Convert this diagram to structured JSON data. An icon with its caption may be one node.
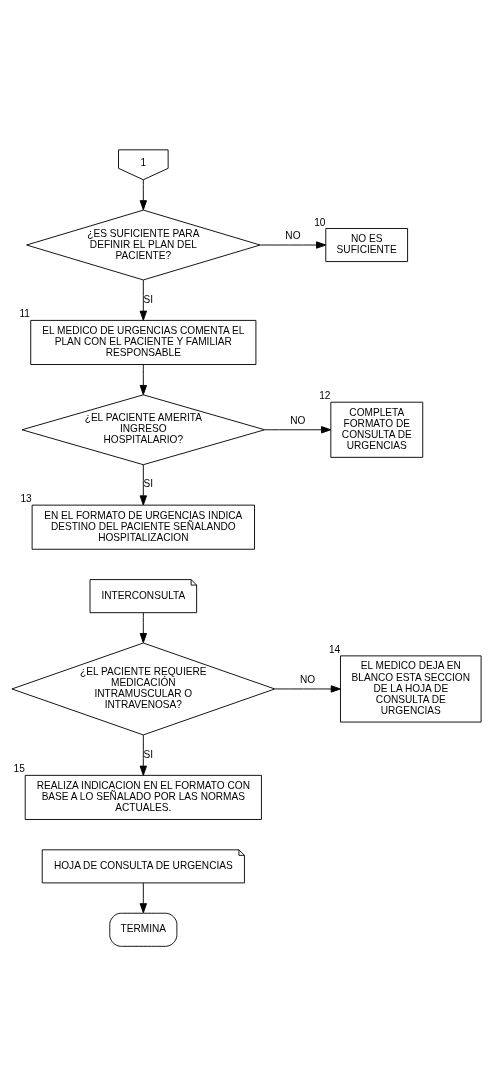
{
  "diagram": {
    "nodes": [
      {
        "text": [
          "1"
        ]
      },
      {
        "text": [
          "¿ES SUFICIENTE PARA DEFINIR EL PLAN DEL PACIENTE?"
        ]
      },
      {
        "text": [
          "NO ES SUFICIENTE"
        ],
        "beside": [
          "10"
        ]
      },
      {
        "text": [
          "EL MEDICO DE URGENCIAS COMENTA EL PLAN CON EL PACIENTE Y FAMILIAR RESPONSABLE"
        ],
        "beside": [
          "11"
        ]
      },
      {
        "text": [
          "¿EL PACIENTE AMERITA INGRESO HOSPITALARIO?"
        ]
      },
      {
        "text": [
          "COMPLETA FORMATO DE CONSULTA DE URGENCIAS"
        ],
        "beside": [
          "12"
        ]
      },
      {
        "text": [
          "EN EL FORMATO DE URGENCIAS INDICA DESTINO DEL PACIENTE SEÑALANDO HOSPITALIZACION"
        ],
        "beside": [
          "13"
        ]
      },
      {
        "text": [
          "INTERCONSULTA"
        ]
      },
      {
        "text": [
          "¿EL PACIENTE REQUIERE MEDICACIÓN INTRAMUSCULAR O INTRAVENOSA?"
        ]
      },
      {
        "text": [
          "EL MEDICO DEJA EN BLANCO ESTA SECCION DE LA HOJA DE CONSULTA DE URGENCIAS"
        ],
        "beside": [
          "14"
        ]
      },
      {
        "text": [
          "REALIZA INDICACION EN EL FORMATO CON BASE A LO SEÑALADO POR LAS NORMAS ACTUALES."
        ],
        "beside": [
          "15"
        ]
      },
      {
        "text": [
          "HOJA DE CONSULTA DE URGENCIAS"
        ]
      },
      {
        "text": [
          "TERMINA"
        ]
      }
    ],
    "edges": [
      {
        "from": 0,
        "to": 1,
        "arrow": "to"
      },
      {
        "from": 1,
        "to": 2,
        "arrow": "to",
        "label": "NO"
      },
      {
        "from": 1,
        "to": 3,
        "arrow": "to",
        "label": "SI"
      },
      {
        "from": 3,
        "to": 4,
        "arrow": "to"
      },
      {
        "from": 4,
        "to": 5,
        "arrow": "to",
        "label": "NO"
      },
      {
        "from": 4,
        "to": 6,
        "arrow": "to",
        "label": "SI"
      },
      {
        "from": 7,
        "to": 8,
        "arrow": "to"
      },
      {
        "from": 8,
        "to": 9,
        "arrow": "to",
        "label": "NO"
      },
      {
        "from": 8,
        "to": 10,
        "arrow": "to",
        "label": "SI"
      },
      {
        "from": 11,
        "to": 12,
        "arrow": "to"
      }
    ]
  }
}
